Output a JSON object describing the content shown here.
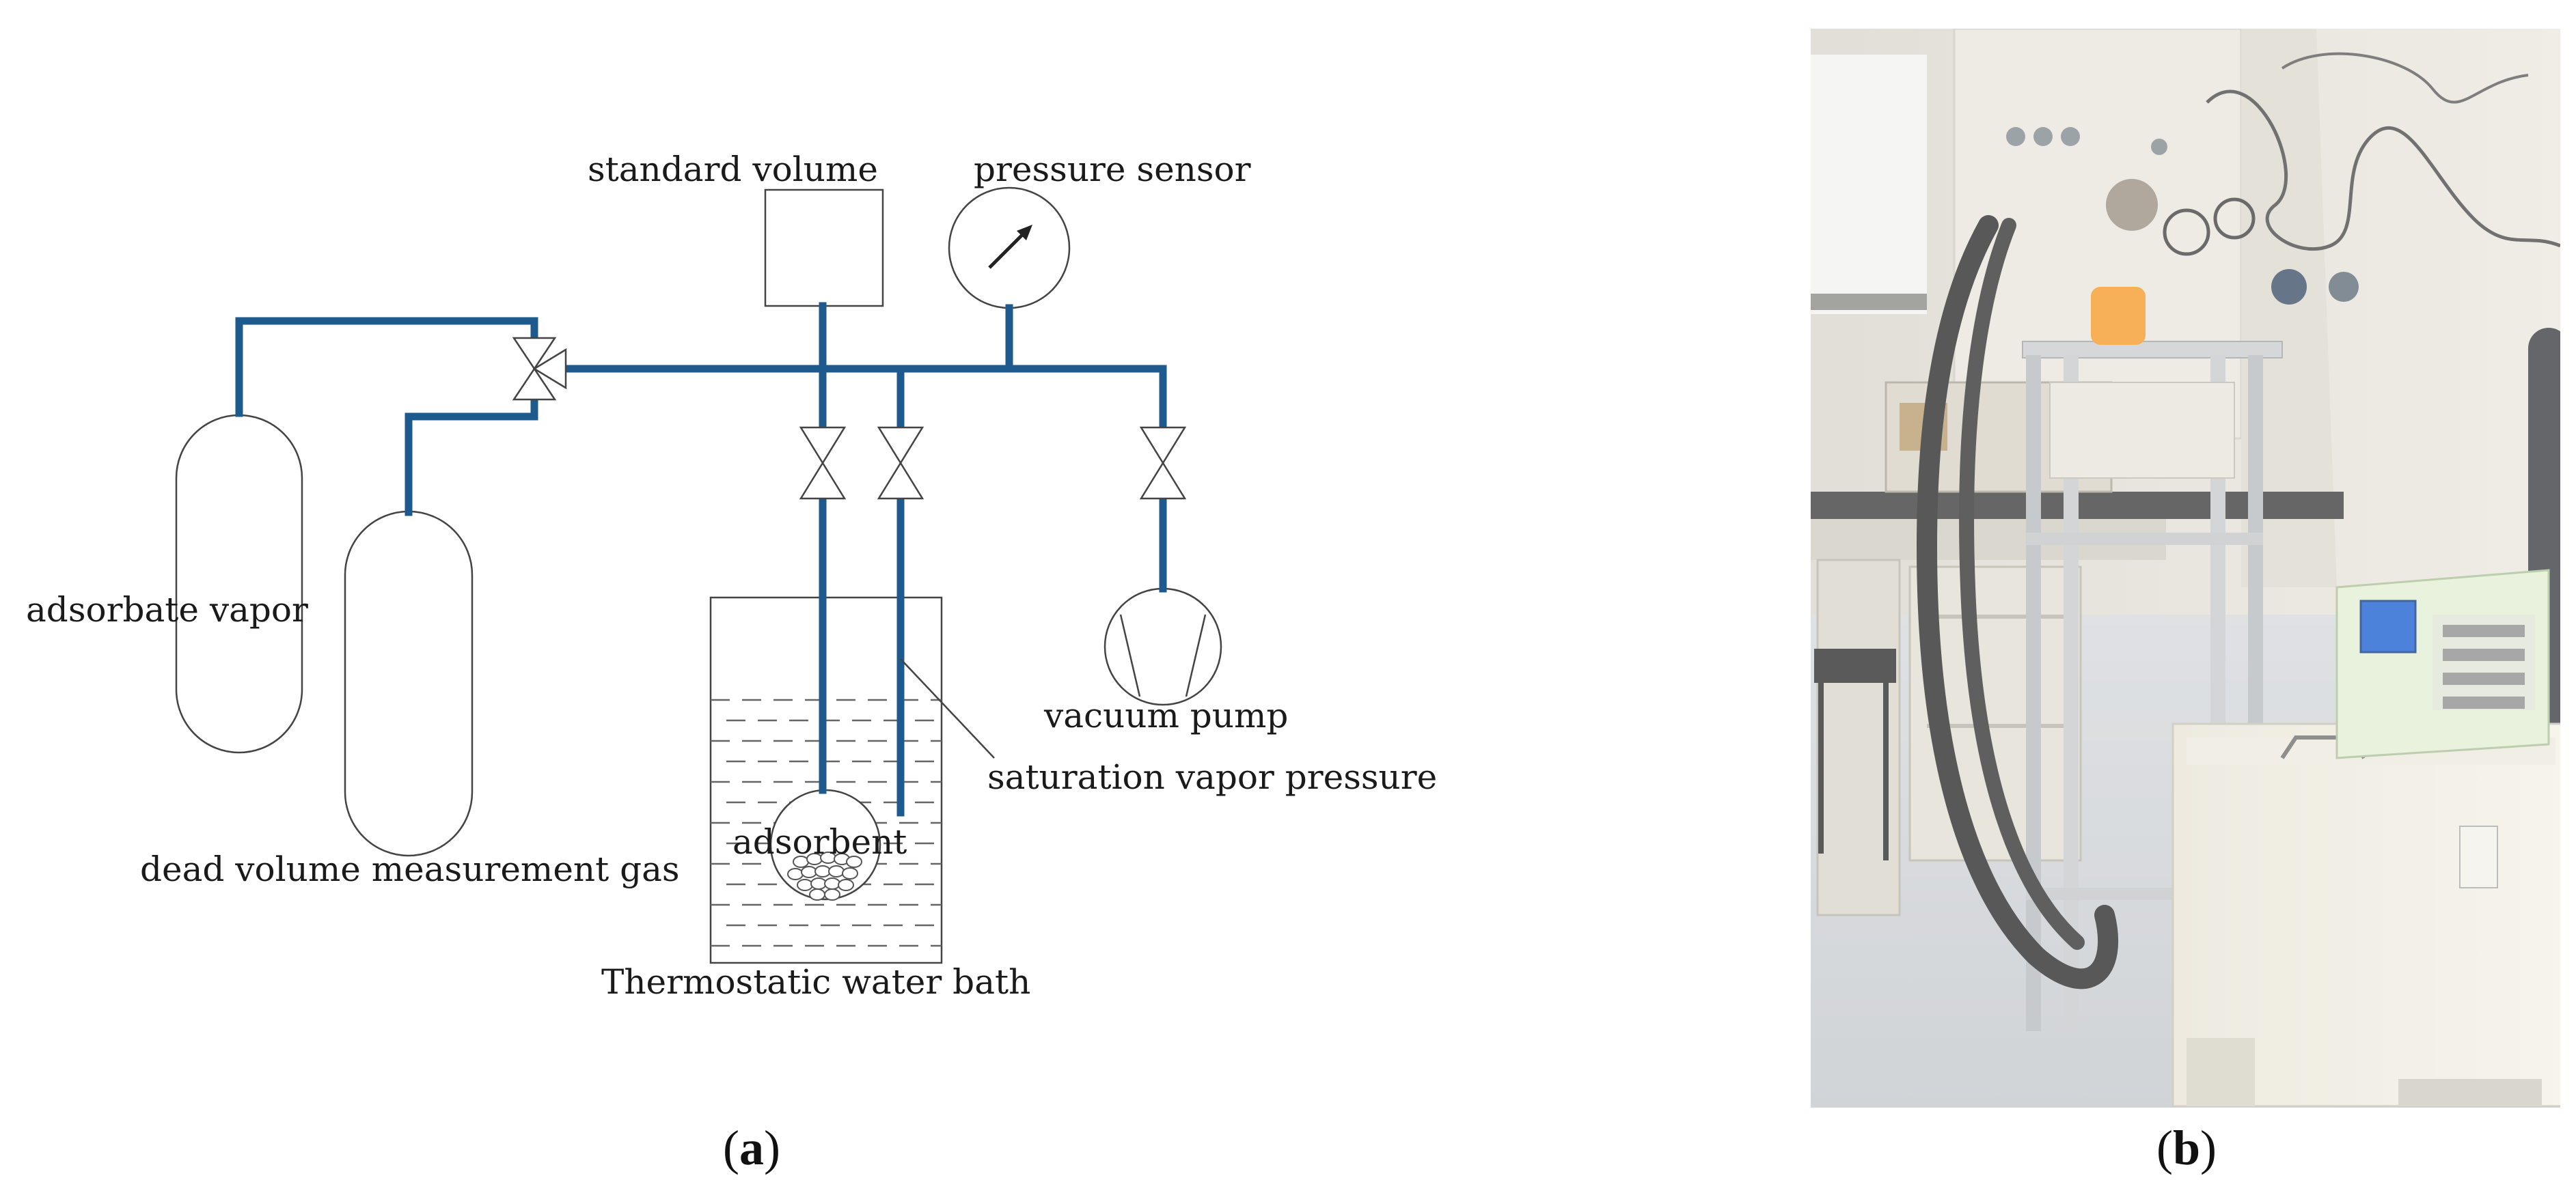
{
  "colors": {
    "pipe": "#1f5a8e",
    "outline": "#444444",
    "text": "#1a1a1a"
  },
  "diagram": {
    "labels": {
      "standard_volume": "standard volume",
      "pressure_sensor": "pressure sensor",
      "adsorbate_vapor": "adsorbate vapor",
      "dead_volume_gas": "dead volume measurement gas",
      "vacuum_pump": "vacuum pump",
      "saturation_pressure": "saturation vapor pressure",
      "adsorbent": "adsorbent",
      "water_bath": "Thermostatic water bath"
    },
    "icons": [
      "three-way-valve-icon",
      "valve-icon",
      "pressure-gauge-icon",
      "vacuum-pump-icon",
      "gas-cylinder-icon"
    ]
  },
  "photo": {
    "subject": "laboratory adsorption apparatus photo"
  },
  "captions": {
    "a_open": "(",
    "a_letter": "a",
    "a_close": ")",
    "b_open": "(",
    "b_letter": "b",
    "b_close": ")"
  }
}
